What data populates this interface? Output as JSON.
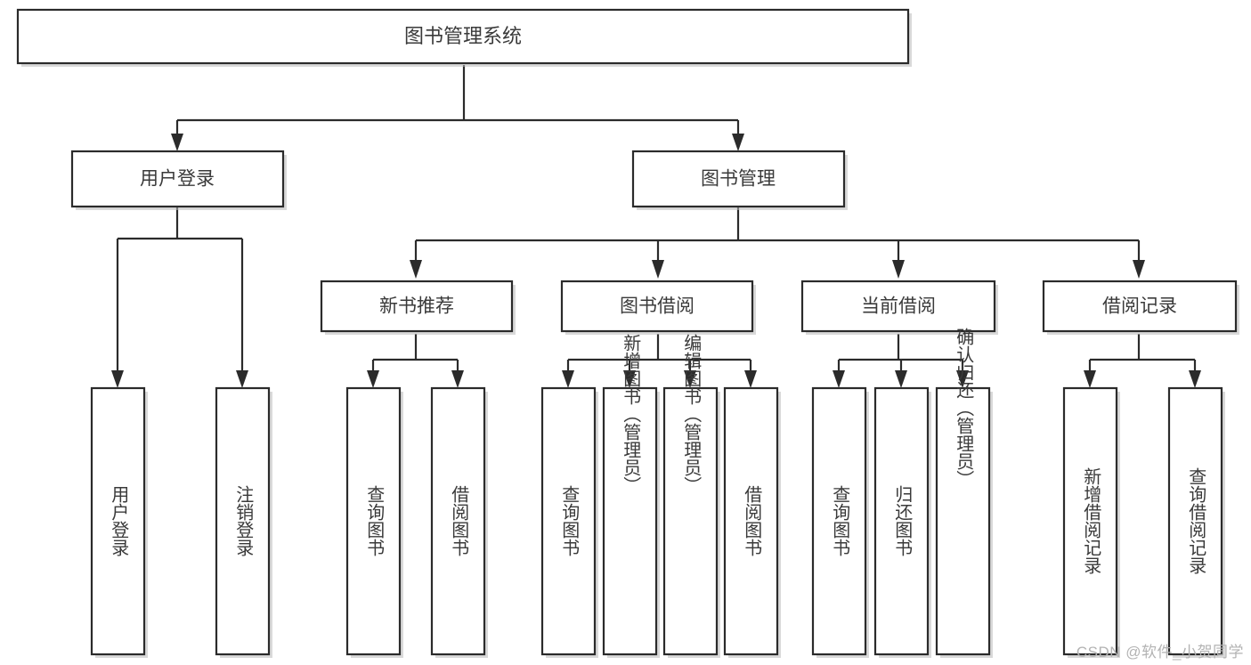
{
  "diagram": {
    "type": "tree",
    "title": "图书管理系统",
    "watermark": "CSDN @软件_小贺同学",
    "colors": {
      "box_border": "#2b2b2b",
      "box_fill": "#ffffff",
      "text": "#3a3a3a",
      "connector": "#2b2b2b",
      "watermark": "#b3b3b3",
      "background": "#ffffff"
    },
    "root": {
      "label": "图书管理系统"
    },
    "level1": [
      {
        "label": "用户登录"
      },
      {
        "label": "图书管理"
      }
    ],
    "level2": [
      {
        "label": "新书推荐"
      },
      {
        "label": "图书借阅"
      },
      {
        "label": "当前借阅"
      },
      {
        "label": "借阅记录"
      }
    ],
    "leaves": {
      "user_login": [
        {
          "label": "用户登录"
        },
        {
          "label": "注销登录"
        }
      ],
      "new_book": [
        {
          "label": "查询图书"
        },
        {
          "label": "借阅图书"
        }
      ],
      "book_borrow": [
        {
          "label": "查询图书"
        },
        {
          "label": "新增图书（管理员）"
        },
        {
          "label": "编辑图书（管理员）"
        },
        {
          "label": "借阅图书"
        }
      ],
      "current_borrow": [
        {
          "label": "查询图书"
        },
        {
          "label": "归还图书"
        },
        {
          "label": "确认归还（管理员）"
        }
      ],
      "borrow_record": [
        {
          "label": "新增借阅记录"
        },
        {
          "label": "查询借阅记录"
        }
      ]
    }
  }
}
